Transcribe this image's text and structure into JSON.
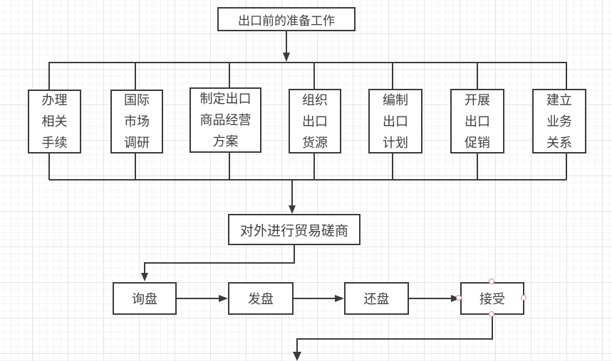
{
  "diagram": {
    "prep": {
      "label": "出口前的准备工作"
    },
    "tasks": [
      {
        "label": "办理\n相关\n手续"
      },
      {
        "label": "国际\n市场\n调研"
      },
      {
        "label": "制定出口\n商品经营\n方案"
      },
      {
        "label": "组织\n出口\n货源"
      },
      {
        "label": "编制\n出口\n计划"
      },
      {
        "label": "开展\n出口\n促销"
      },
      {
        "label": "建立\n业务\n关系"
      }
    ],
    "negotiation": {
      "label": "对外进行贸易磋商"
    },
    "steps": [
      {
        "label": "询盘"
      },
      {
        "label": "发盘"
      },
      {
        "label": "还盘"
      },
      {
        "label": "接受"
      }
    ],
    "colors": {
      "line": "#3b3b3b",
      "box_fill": "#ffffff",
      "text": "#3f3f3f",
      "selection_handle": "#d98d8d",
      "grid_minor": "#f4f4f6",
      "grid_major": "#e4e4e8"
    }
  }
}
